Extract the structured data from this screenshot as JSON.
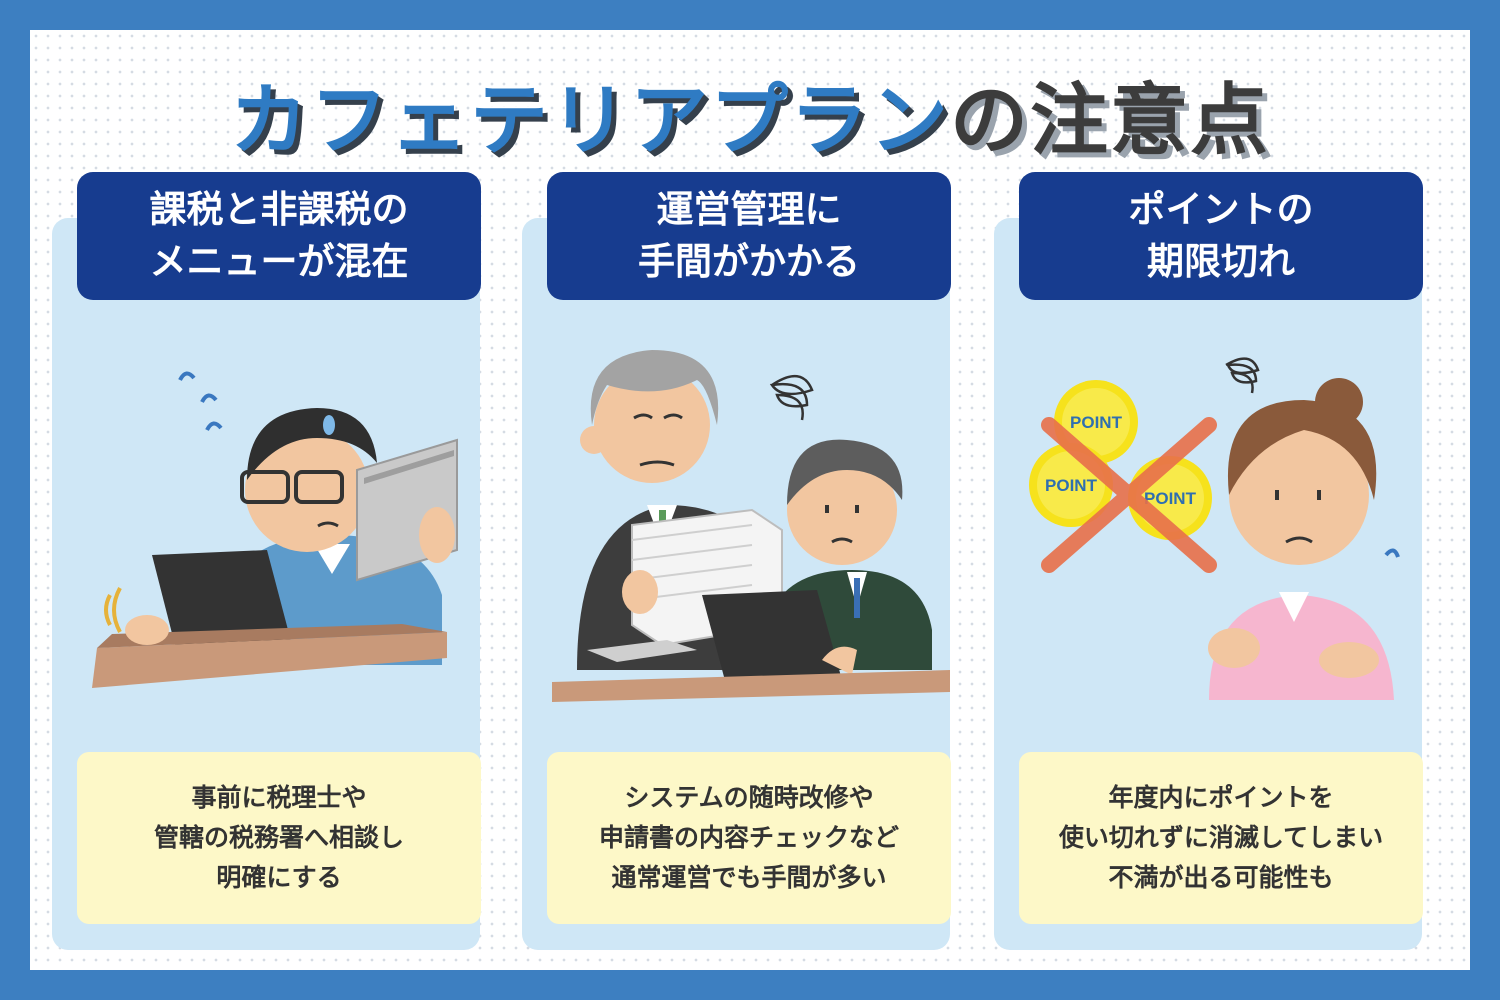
{
  "title": {
    "part1": "カフェテリアプラン",
    "part2": "の注意点"
  },
  "cards": [
    {
      "heading": [
        "課税と非課税の",
        "メニューが混在"
      ],
      "description": [
        "事前に税理士や",
        "管轄の税務署へ相談し",
        "明確にする"
      ]
    },
    {
      "heading": [
        "運営管理に",
        "手間がかかる"
      ],
      "description": [
        "システムの随時改修や",
        "申請書の内容チェックなど",
        "通常運営でも手間が多い"
      ]
    },
    {
      "heading": [
        "ポイントの",
        "期限切れ"
      ],
      "description": [
        "年度内にポイントを",
        "使い切れずに消滅してしまい",
        "不満が出る可能性も"
      ]
    }
  ],
  "coins": [
    "POINT",
    "POINT",
    "POINT"
  ],
  "colors": {
    "outer_border": "#3d7fc1",
    "title_blue": "#2f7bc3",
    "heading_bg": "#173c8f",
    "panel_bg": "#cfe7f6",
    "note_bg": "#fdf8c8",
    "coin": "#f6e21c",
    "cross": "#e8704a"
  },
  "icons": [
    "worried-man-with-book-icon",
    "manager-with-papers-icon",
    "stressed-worker-icon",
    "crossed-out-points-icon",
    "troubled-woman-icon"
  ]
}
